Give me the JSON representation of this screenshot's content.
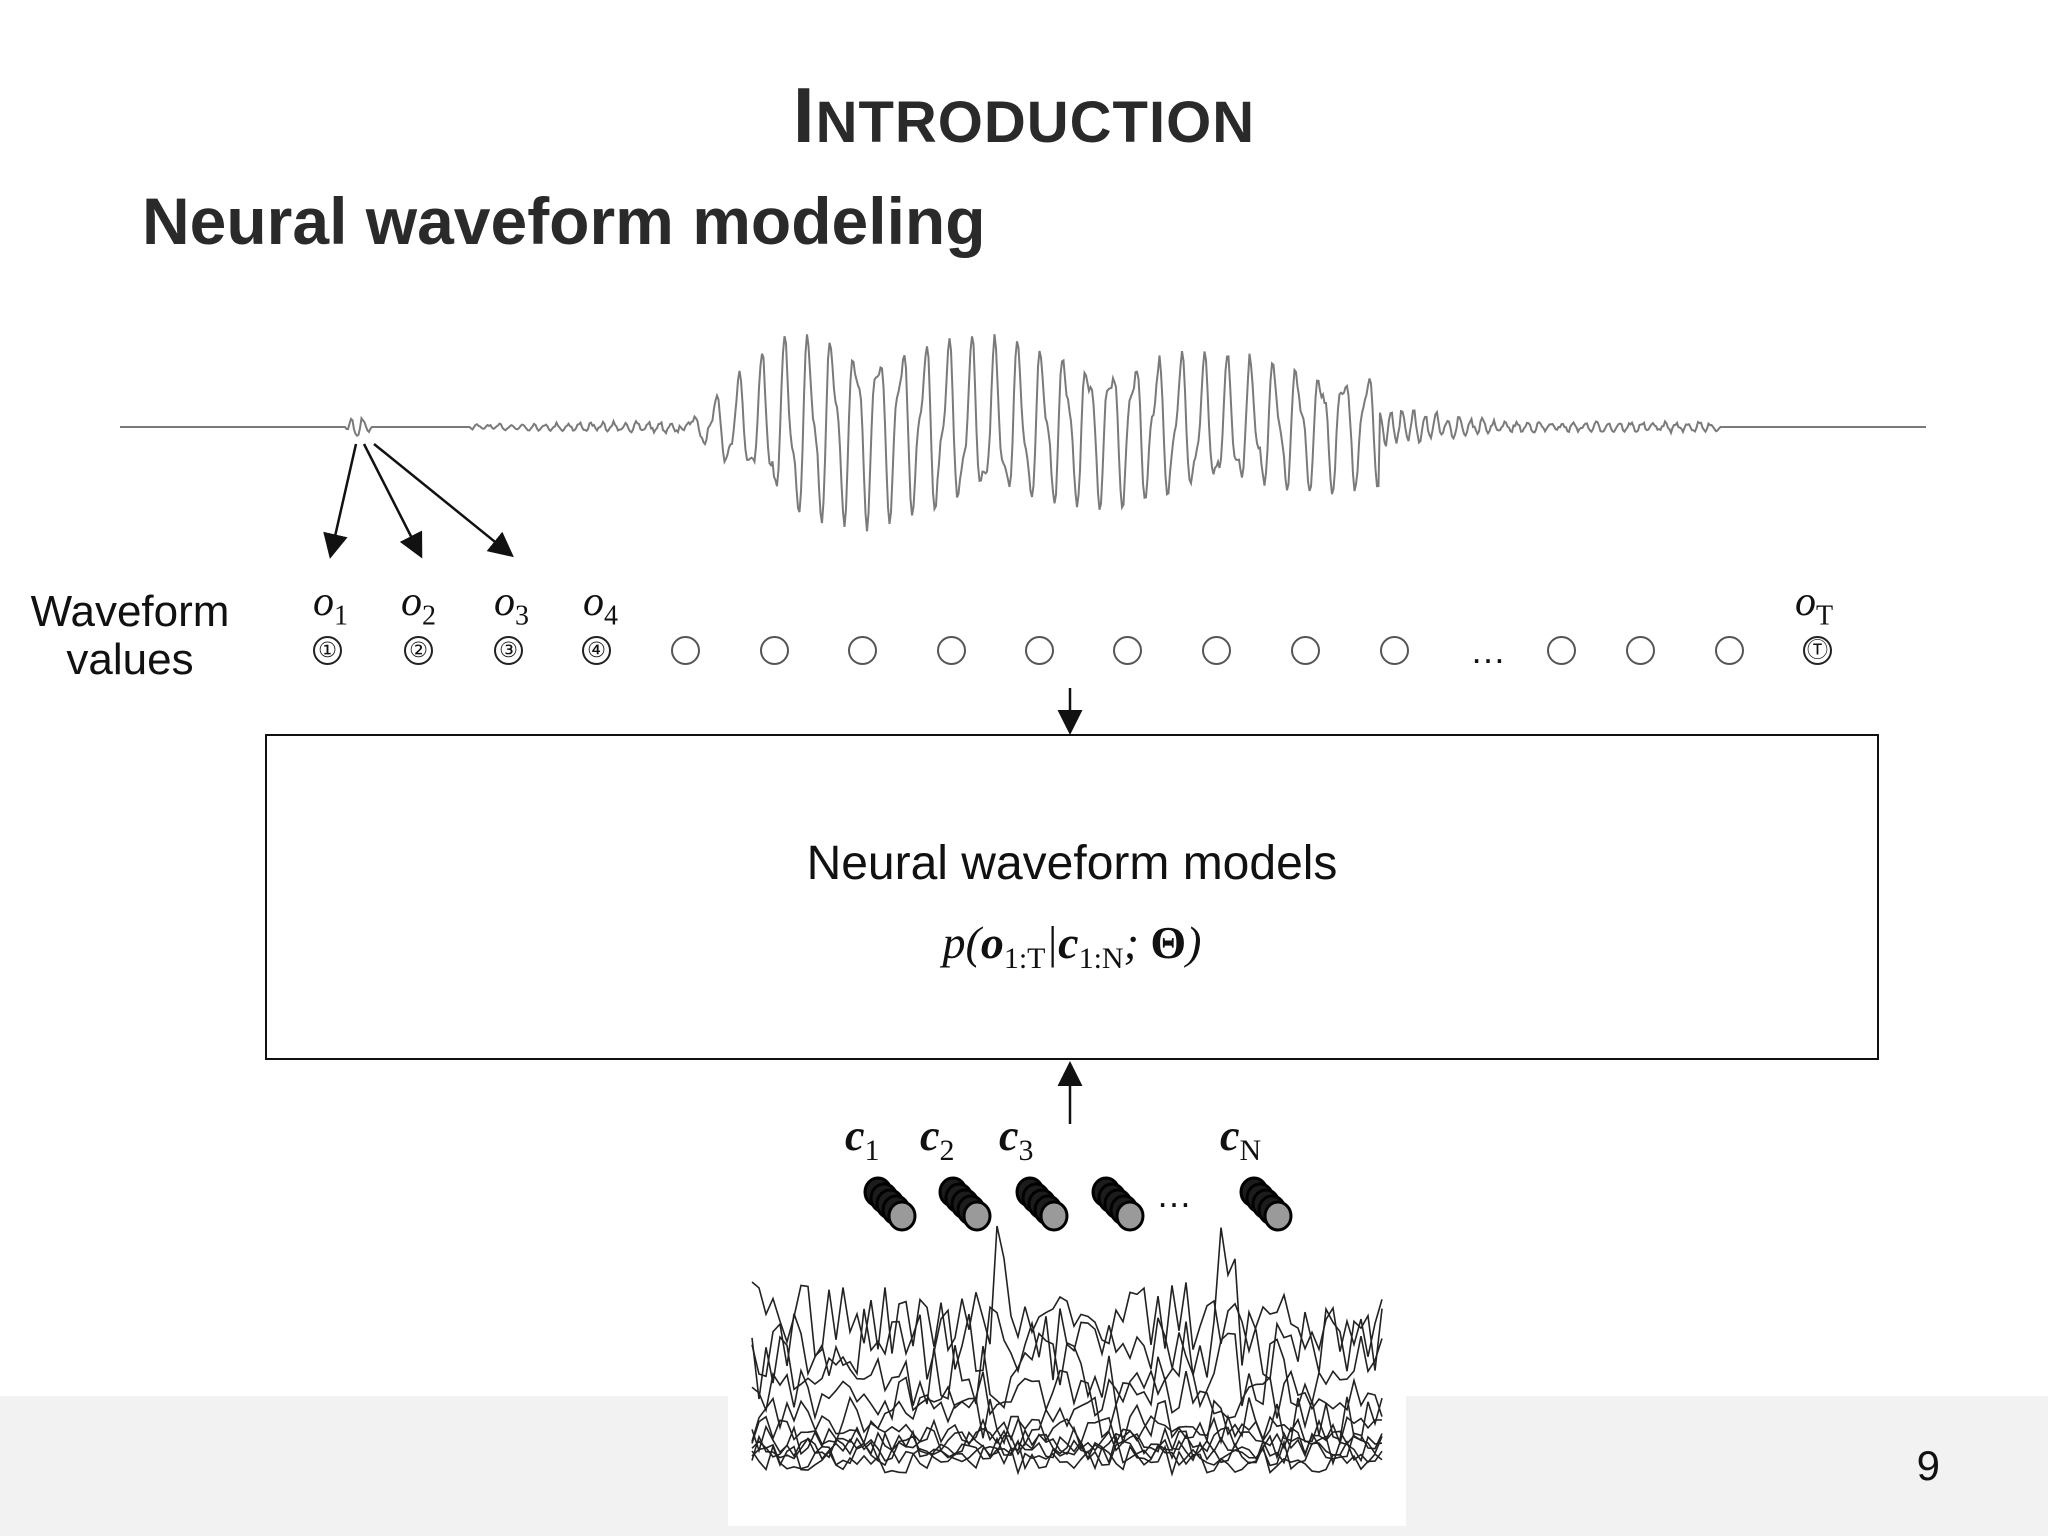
{
  "slide": {
    "title_first": "I",
    "title_rest": "NTRODUCTION",
    "subtitle": "Neural waveform modeling",
    "page_number": "9"
  },
  "waveform": {
    "label_line1": "Waveform",
    "label_line2": "values",
    "symbol": "o",
    "labels": [
      {
        "sub": "1"
      },
      {
        "sub": "2"
      },
      {
        "sub": "3"
      },
      {
        "sub": "4"
      },
      {
        "sub": "T"
      }
    ],
    "nodes": [
      "①",
      "②",
      "③",
      "④",
      "",
      "",
      "",
      "",
      "",
      "",
      "",
      "",
      "",
      "",
      "",
      "",
      "Ⓣ"
    ],
    "ellipsis": "…"
  },
  "model": {
    "title": "Neural waveform models",
    "formula_p": "p(",
    "formula_o": "o",
    "formula_o_sub": "1:T",
    "formula_bar": "|",
    "formula_c": "c",
    "formula_c_sub": "1:N",
    "formula_semi": ";",
    "formula_theta": "Θ",
    "formula_close": ")"
  },
  "conditions": {
    "symbol": "c",
    "labels": [
      {
        "sub": "1"
      },
      {
        "sub": "2"
      },
      {
        "sub": "3"
      },
      {
        "sub": "N"
      }
    ],
    "ellipsis": "…"
  },
  "colors": {
    "waveform_stroke": "#7a7a7a",
    "feature_stroke": "#222222",
    "footer_band": "#f2f2f2",
    "coin_fill": "#9a9a9a"
  }
}
